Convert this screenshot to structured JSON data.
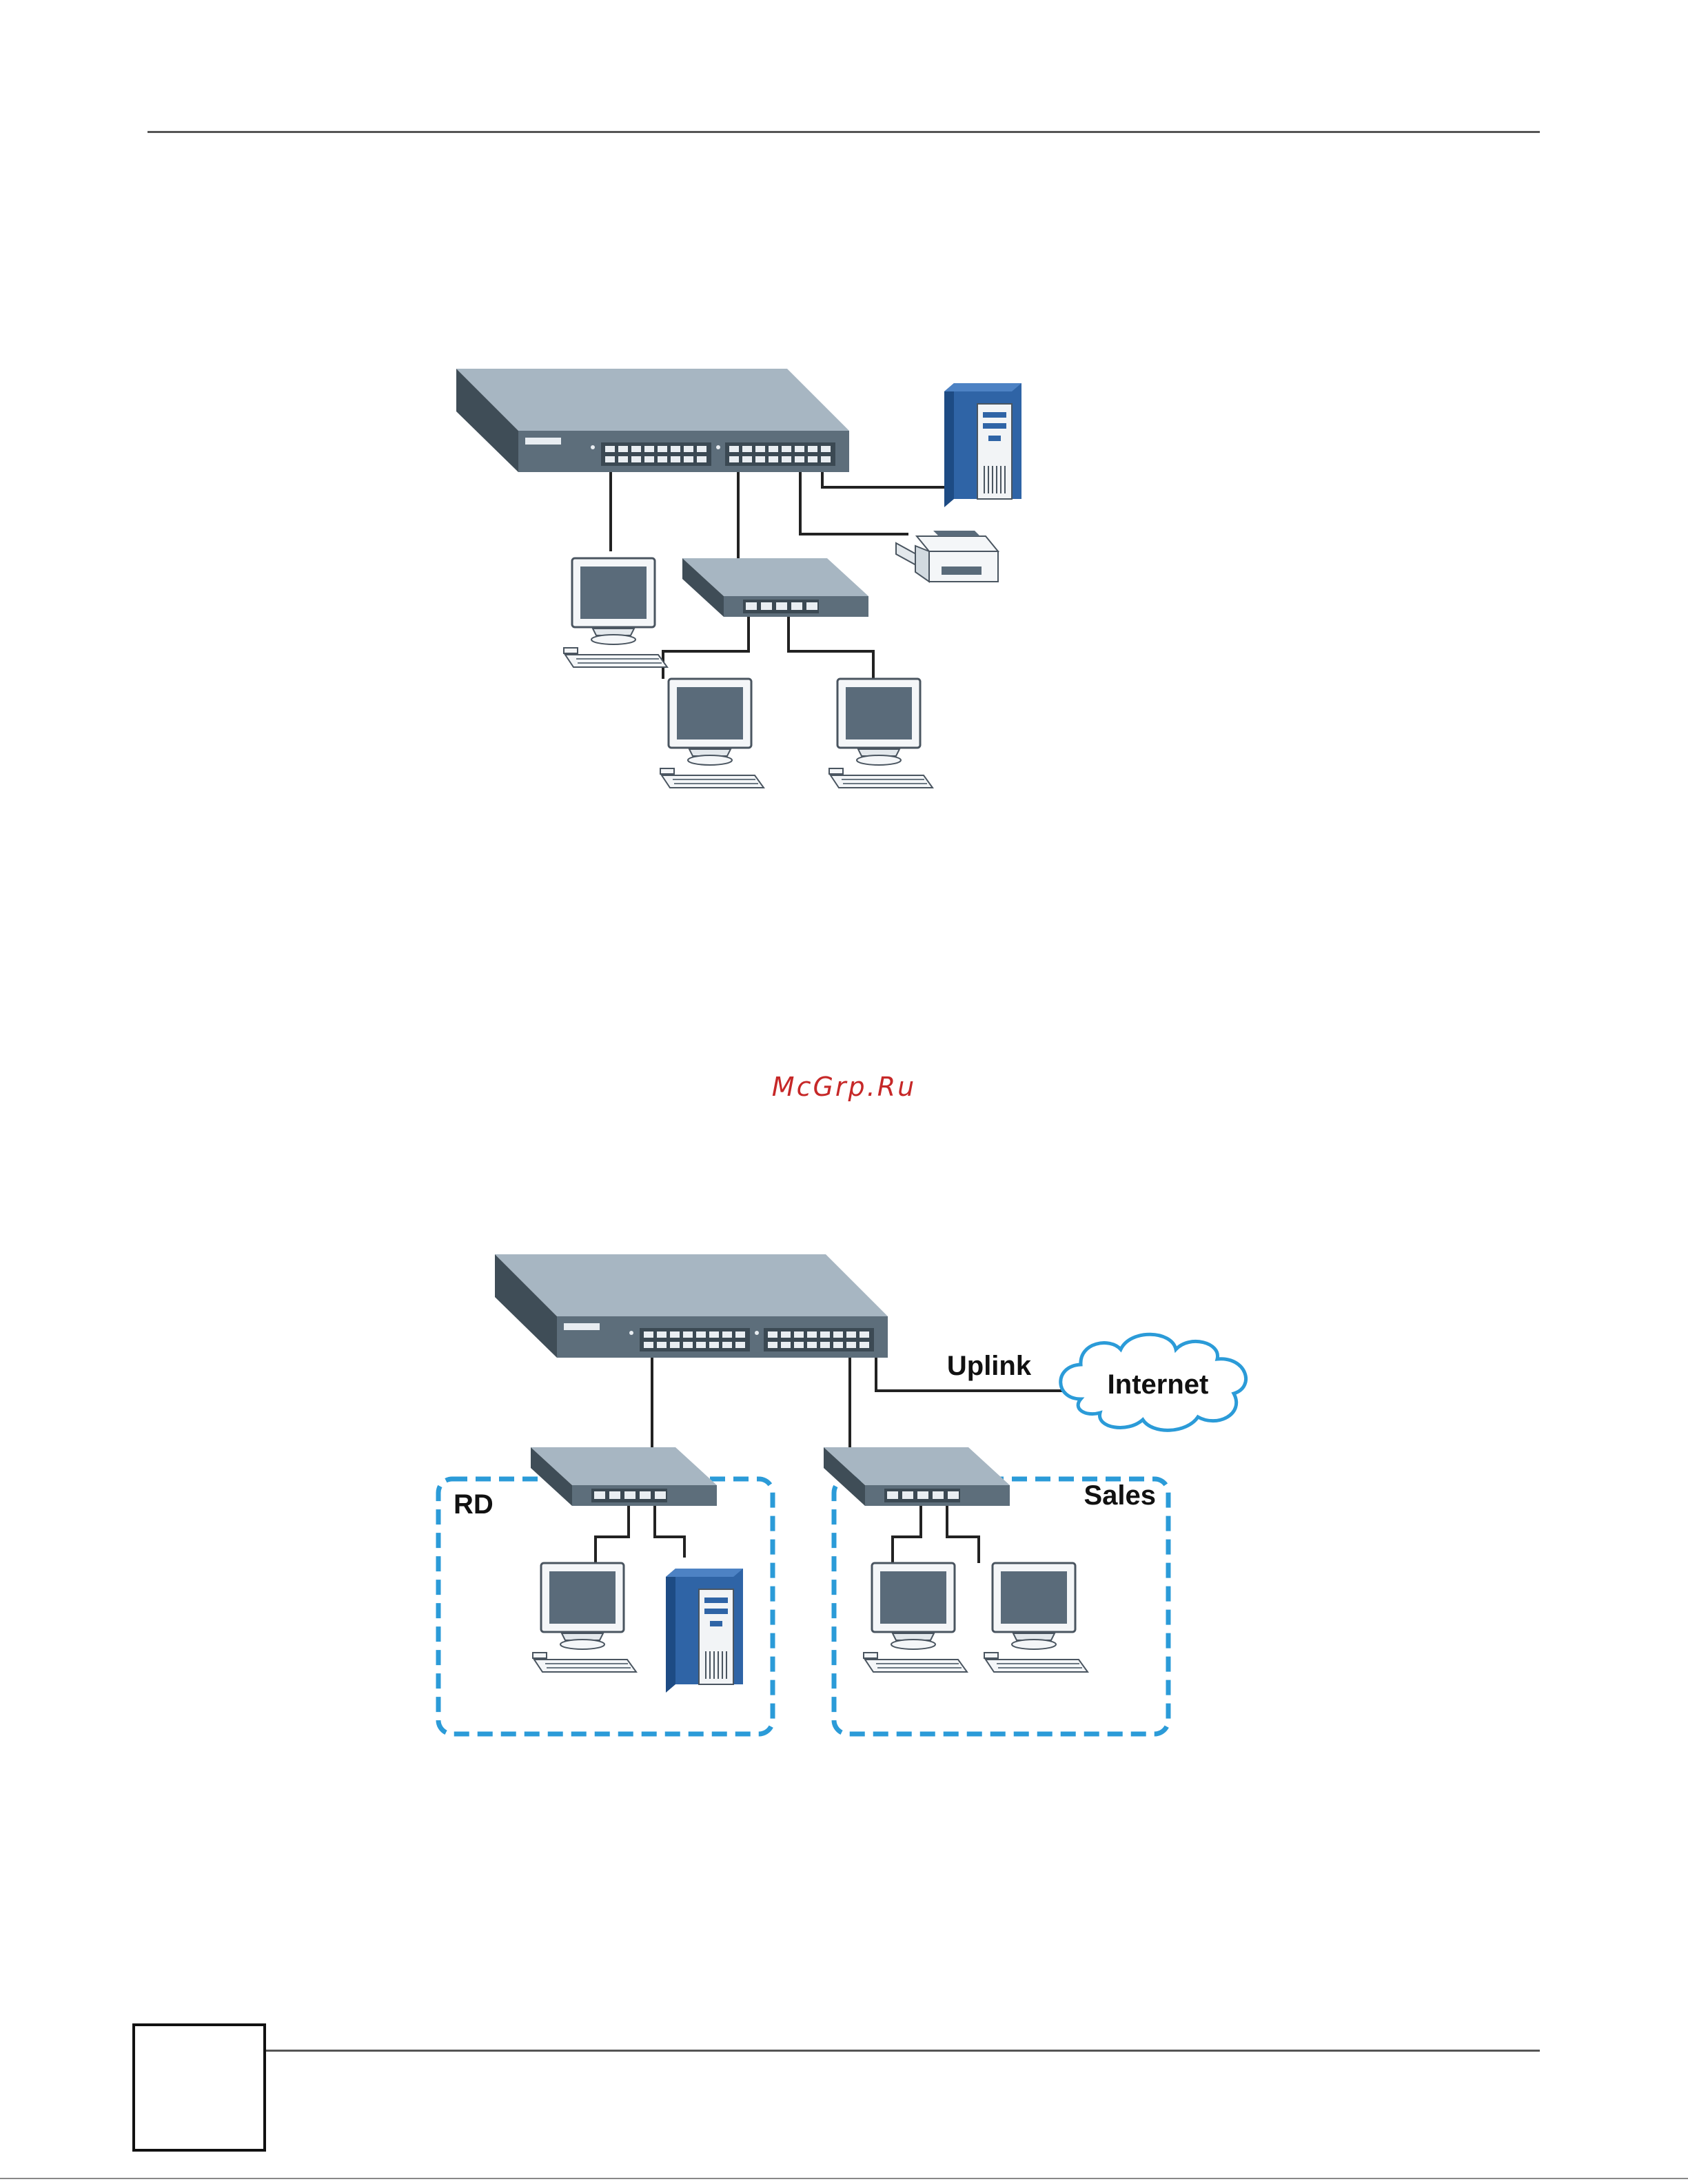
{
  "document": {
    "page_number": "",
    "watermark": "McGrp.Ru"
  },
  "figure_1": {
    "description_nodes": [
      "switch",
      "server",
      "printer",
      "workgroup-switch",
      "computer",
      "computer",
      "computer"
    ]
  },
  "figure_2": {
    "uplink_label": "Uplink",
    "internet_label": "Internet",
    "group_rd_label": "RD",
    "group_sales_label": "Sales"
  },
  "colors": {
    "switch_top": "#a7b6c2",
    "switch_front": "#5d6e7b",
    "switch_side": "#3f4d57",
    "server_blue": "#2f64a6",
    "monitor_screen": "#5a6b7a",
    "group_border": "#2b9bd8",
    "watermark": "#c62828"
  }
}
